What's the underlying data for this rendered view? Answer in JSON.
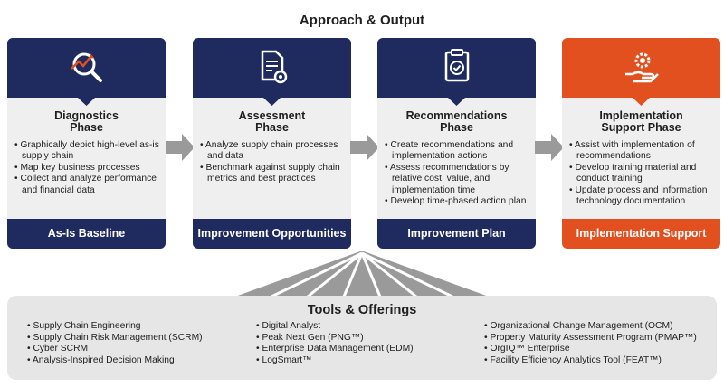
{
  "title": "Approach & Output",
  "colors": {
    "navy": "#1f2a5e",
    "orange": "#e2501f",
    "card_bg": "#efefef",
    "tools_bg": "#e6e6e6",
    "arrow": "#9a9a9a"
  },
  "phases": [
    {
      "title_line1": "Diagnostics",
      "title_line2": "Phase",
      "icon": "magnifier-chart-icon",
      "bullets": [
        "Graphically depict high-level as-is supply chain",
        "Map key business processes",
        "Collect and analyze performance and financial data"
      ],
      "footer": "As-Is Baseline"
    },
    {
      "title_line1": "Assessment",
      "title_line2": "Phase",
      "icon": "document-gear-icon",
      "bullets": [
        "Analyze supply chain processes and data",
        "Benchmark against supply chain metrics and best practices"
      ],
      "footer": "Improvement Opportunities"
    },
    {
      "title_line1": "Recommendations",
      "title_line2": "Phase",
      "icon": "document-check-icon",
      "bullets": [
        "Create recommendations and implementation actions",
        "Assess recommendations by relative cost, value, and implementation time",
        "Develop time-phased action plan"
      ],
      "footer": "Improvement Plan"
    },
    {
      "title_line1": "Implementation",
      "title_line2": "Support Phase",
      "icon": "hand-gear-icon",
      "bullets": [
        "Assist with implementation of recommendations",
        "Develop training material and conduct training",
        "Update process and information technology documentation"
      ],
      "footer": "Implementation Support"
    }
  ],
  "tools": {
    "title": "Tools & Offerings",
    "columns": [
      [
        "Supply Chain Engineering",
        "Supply Chain Risk Management (SCRM)",
        "Cyber SCRM",
        "Analysis-Inspired Decision Making"
      ],
      [
        "Digital Analyst",
        "Peak Next Gen (PNG™)",
        "Enterprise Data Management (EDM)",
        "LogSmart™"
      ],
      [
        "Organizational Change Management (OCM)",
        "Property Maturity Assessment Program (PMAP™)",
        "OrgIQ™ Enterprise",
        "Facility Efficiency Analytics Tool (FEAT™)"
      ]
    ]
  }
}
